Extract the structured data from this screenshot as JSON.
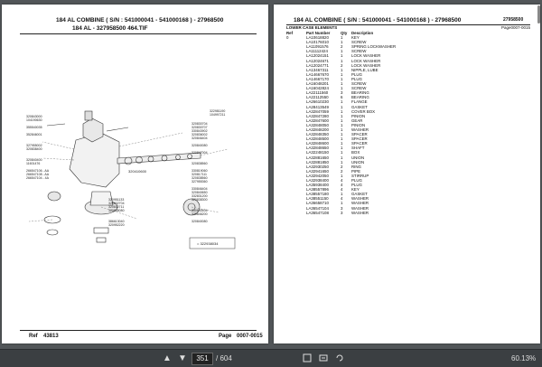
{
  "left_page": {
    "title": "184 AL    COMBINE    ( S/N :   541000041 - 541000168 ) - 27968500",
    "subtitle": "184 AL - 327958500 464.TIF",
    "ref_label": "Ref",
    "ref_value": "43813",
    "page_label": "Page",
    "page_value": "0007-0015",
    "diagram_labels_left": [
      "320843000",
      "104190630",
      "",
      "355540035",
      "",
      "352846001",
      "",
      "",
      "327955002",
      "320838400",
      "",
      "",
      "320840400",
      "11601476",
      "",
      "266547106 - AA",
      "266547108 - AA",
      "266547104 - 4A"
    ],
    "diagram_labels_right": [
      "320830704",
      "320830707",
      "330843902",
      "320836002",
      "320846404",
      "",
      "320840080",
      "",
      "320847004",
      "",
      "",
      "320838560",
      "",
      "330819060",
      "320817111",
      "320838560",
      "327955360",
      "",
      "330846404",
      "320840650",
      "332831200",
      "320838300",
      "",
      "",
      "330840404",
      "320846200",
      "",
      "320840080"
    ],
    "diagram_labels_top": [
      "322981190",
      "104997211"
    ],
    "diagram_labels_bottom": [
      "320951133",
      "320832704",
      "320832711",
      "320835080",
      "",
      "",
      "386613040",
      "320952220"
    ],
    "callout": "320410600",
    "note_box": "= 322938034"
  },
  "right_page": {
    "title": "184 AL    COMBINE    ( S/N :   541000041 - 541000168 ) - 27968500",
    "title_right": "27958500",
    "section": "LOWER CASE ELEMENTS",
    "page_ref": "Page0007-0015",
    "columns": [
      "Ref",
      "Part Number",
      "Qty",
      "Description"
    ],
    "rows": [
      [
        "0",
        "LA10618820",
        "1",
        "KEY"
      ],
      [
        "",
        "LA10176010",
        "1",
        "SCREW"
      ],
      [
        "",
        "LA11091576",
        "2",
        "SPRING LOCKWASHER"
      ],
      [
        "",
        "LA11112424",
        "1",
        "SCREW"
      ],
      [
        "",
        "LA12024151",
        "1",
        "LOCK WASHER"
      ],
      [
        "",
        "LA12024671",
        "1",
        "LOCK WASHER"
      ],
      [
        "",
        "LA12024771",
        "2",
        "LOCK WASHER"
      ],
      [
        "",
        "LA13467311",
        "1",
        "NIPPLE, LUBE"
      ],
      [
        "",
        "LA14667670",
        "1",
        "PLUG"
      ],
      [
        "",
        "LA14667170",
        "1",
        "PLUG"
      ],
      [
        "",
        "LA16048201",
        "1",
        "SCREW"
      ],
      [
        "",
        "LA16042824",
        "1",
        "SCREW"
      ],
      [
        "",
        "LA22111560",
        "3",
        "BEARING"
      ],
      [
        "",
        "LA22112550",
        "6",
        "BEARING"
      ],
      [
        "",
        "LA26610230",
        "1",
        "FLANGE"
      ],
      [
        "",
        "LA28413549",
        "1",
        "GASKET"
      ],
      [
        "",
        "LA32847059",
        "1",
        "COVER BOX"
      ],
      [
        "",
        "LA32847280",
        "1",
        "PINION"
      ],
      [
        "",
        "LA32847600",
        "1",
        "GEAR"
      ],
      [
        "",
        "LA32848050",
        "1",
        "PINION"
      ],
      [
        "",
        "LA32848200",
        "1",
        "WASHER"
      ],
      [
        "",
        "LA32848350",
        "1",
        "SPACER"
      ],
      [
        "",
        "LA32848500",
        "1",
        "SPACER"
      ],
      [
        "",
        "LA32848600",
        "1",
        "SPACER"
      ],
      [
        "",
        "LA32848650",
        "1",
        "SHAFT"
      ],
      [
        "",
        "LA32248150",
        "1",
        "BOX"
      ],
      [
        "",
        "LA32881650",
        "1",
        "UNION"
      ],
      [
        "",
        "LA32881850",
        "1",
        "UNION"
      ],
      [
        "",
        "LA32930250",
        "2",
        "RING"
      ],
      [
        "",
        "LA32941650",
        "2",
        "PIPE"
      ],
      [
        "",
        "LA32942050",
        "1",
        "STIRRUP"
      ],
      [
        "",
        "LA32938400",
        "4",
        "PLUG"
      ],
      [
        "",
        "LA35938400",
        "4",
        "PLUG"
      ],
      [
        "",
        "LA38557896",
        "4",
        "KEY"
      ],
      [
        "",
        "LA38557180",
        "1",
        "GASKET"
      ],
      [
        "",
        "LA38551150",
        "4",
        "WASHER"
      ],
      [
        "",
        "LA36658710",
        "1",
        "WASHER"
      ],
      [
        "",
        "LA36547104",
        "3",
        "WASHER"
      ],
      [
        "",
        "LA36547108",
        "3",
        "WASHER"
      ]
    ]
  },
  "toolbar": {
    "prev_icon": "▲",
    "next_icon": "▼",
    "current_page": "351",
    "total_pages": "/ 604",
    "zoom": "60.13%"
  }
}
